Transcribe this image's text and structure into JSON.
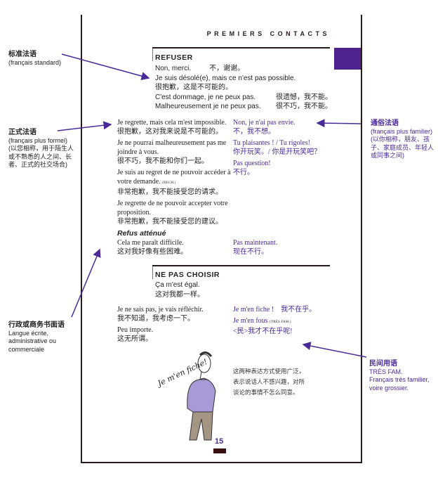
{
  "header": "PREMIERS CONTACTS",
  "section1": {
    "title": "REFUSER",
    "lines": [
      {
        "fr": "Non, merci.",
        "zh": "不，谢谢。"
      },
      {
        "fr": "Je suis désolé(e), mais ce n'est pas possible.",
        "zh": "很抱歉，这是不可能的。"
      },
      {
        "fr": "C'est dommage, je ne peux pas.",
        "zh": "很遗憾，我不能。"
      },
      {
        "fr": "Malheureusement je ne peux pas.",
        "zh": "很不巧，我不能。"
      }
    ]
  },
  "formal": [
    {
      "fr": "Je regrette, mais cela m'est impossible.",
      "zh": "很抱歉，这对我来说是不可能的。"
    },
    {
      "fr": "Je ne pourrai malheureusement pas me joindre à vous.",
      "zh": "很不巧，我不能和你们一起。"
    },
    {
      "fr": "Je suis au regret de ne pouvoir accéder à votre demande.",
      "tag": "(RECH.)",
      "zh": "非常抱歉，我不能接受您的请求。"
    },
    {
      "fr": "Je regrette de ne pouvoir accepter votre proposition.",
      "zh": "非常抱歉，我不能接受您的建议。"
    }
  ],
  "familiar": [
    {
      "fr": "Non, je n'ai pas envie.",
      "zh": "不，我不想。"
    },
    {
      "fr": "Tu plaisantes ! / Tu rigoles!",
      "zh": "你开玩笑。/ 你是开玩笑吧？"
    },
    {
      "fr": "Pas question!",
      "zh": "不行。"
    }
  ],
  "attenue": {
    "title": "Refus atténué",
    "left_fr": "Cela me paraît difficile.",
    "left_zh": "这对我好像有些困难。",
    "right_fr": "Pas maintenant.",
    "right_zh": "现在不行。"
  },
  "section2": {
    "title": "NE PAS CHOISIR",
    "fr": "Ça m'est égal.",
    "zh": "这对我都一样。",
    "left": [
      {
        "fr": "Je ne sais pas, je vais réfléchir.",
        "zh": "我不知道，我考虑一下。"
      },
      {
        "fr": "Peu importe.",
        "zh": "这无所谓。"
      }
    ],
    "right1_fr": "Je m'en fiche !",
    "right1_zh": "我不在乎。",
    "right2_fr": "Je m'en fous",
    "right2_tag": "(TRÈS FAM.)",
    "right2_zh": "<民>我才不在乎呢!",
    "note": [
      "这两种表达方式使用广泛，",
      "表示说话人不感兴趣，对所",
      "谈论的事情不怎么同意。"
    ],
    "bubble": "Je m'en fiche!"
  },
  "page_number": "15",
  "annotations": {
    "standard": {
      "zh": "标准法语",
      "fr": "(français standard)"
    },
    "formel": {
      "zh": "正式法语",
      "fr": "(français plus formel)",
      "desc": "(以您相称，用于陌生人或不熟悉的人之间、长者、正式的社交场合)"
    },
    "familier": {
      "zh": "通俗法语",
      "fr": "(français plus familier)",
      "desc": "(以你相称，朋友、孩子、家庭成员、年轻人或同事之间)"
    },
    "ecrite": {
      "zh": "行政或商务书面语",
      "fr": "Langue écrite, administrative ou commerciale"
    },
    "tresfam": {
      "zh": "民间用语",
      "tag": "TRÈS FAM.",
      "fr": "Français très familier, voire grossier."
    }
  },
  "colors": {
    "accent": "#4e2390",
    "border": "#2a1a1a"
  }
}
